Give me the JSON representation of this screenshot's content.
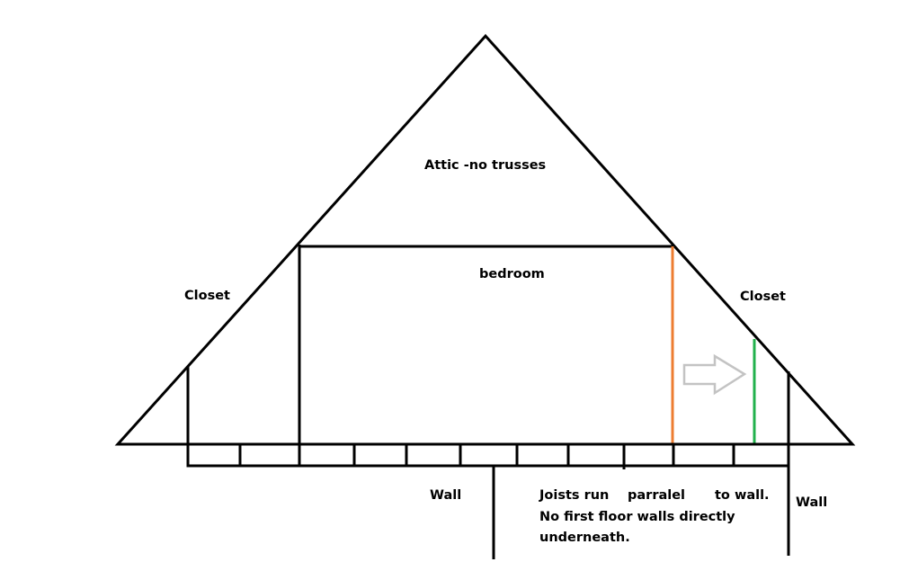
{
  "labels": {
    "attic": "Attic -no trusses",
    "bedroom": "bedroom",
    "closet_left": "Closet",
    "closet_right": "Closet",
    "wall_left": "Wall",
    "wall_right": "Wall",
    "note_line1_a": "Joists run",
    "note_line1_b": "parralel",
    "note_line1_c": "to wall.",
    "note_line2": "No first floor walls directly",
    "note_line3": "underneath."
  },
  "colors": {
    "outline": "#000000",
    "orange_wall": "#ed7d31",
    "green_wall": "#22b14c",
    "arrow": "#c3c3c3"
  },
  "icons": {
    "arrow": "right-arrow-outline"
  }
}
